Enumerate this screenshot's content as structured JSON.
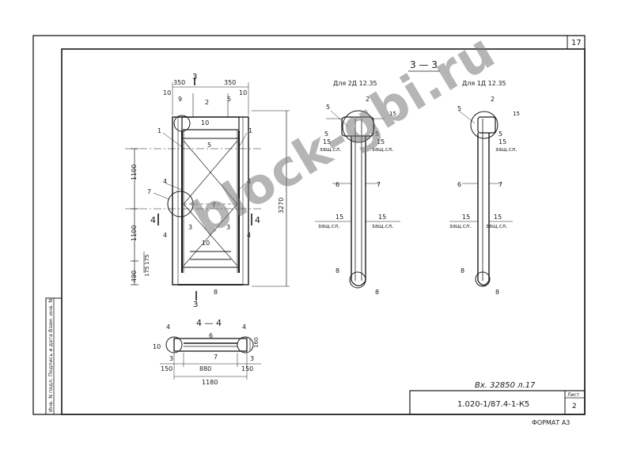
{
  "sheet": {
    "number": "17",
    "format": "ФОРМАТ А3",
    "doc_code": "1.020-1/87.4-1-К5",
    "list_label": "Лист",
    "list_number": "2",
    "inv_note": "Вх. 32850 л.17",
    "side_stamp": "Инв. N подл. Подпись и дата Взам. инв. N"
  },
  "watermark": "block-gbi.ru",
  "colors": {
    "ink": "#1a1a1a",
    "watermark": "#7a7a7a"
  },
  "elevation": {
    "section_mark_top": "3",
    "section_mark_bottom": "3",
    "section_mark_side": "4",
    "dims": {
      "top_left": "350",
      "top_right": "350",
      "edge_left": "10",
      "edge_right": "10",
      "height_total": "3270",
      "h1": "1100",
      "h2": "1100",
      "h3": "490",
      "s1": "175",
      "s2": "175"
    },
    "labels": {
      "p1": "1",
      "p2": "2",
      "p3": "3",
      "p4": "4",
      "p5": "5",
      "p7": "7",
      "p8": "8",
      "p9": "9",
      "p10": "10"
    }
  },
  "section33": {
    "title": "3 — 3",
    "left_title": "Для 2Д 12.35",
    "right_title": "Для 1Д 12.35",
    "cover": "15",
    "cover_note": "защ.сл.",
    "labels": {
      "p2": "2",
      "p5": "5",
      "p6": "6",
      "p7": "7",
      "p8": "8"
    }
  },
  "section44": {
    "title": "4 — 4",
    "dims": {
      "left": "150",
      "mid": "880",
      "right": "150",
      "total": "1180",
      "height": "160"
    },
    "labels": {
      "p3": "3",
      "p4": "4",
      "p6": "6",
      "p7": "7",
      "p10": "10"
    }
  }
}
